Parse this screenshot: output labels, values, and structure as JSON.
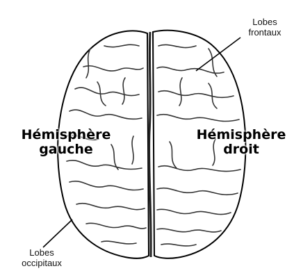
{
  "labels": {
    "left_hemisphere": {
      "line1": "Hémisphère",
      "line2": "gauche"
    },
    "right_hemisphere": {
      "line1": "Hémisphère",
      "line2": "droit"
    },
    "frontal_lobes": {
      "line1": "Lobes",
      "line2": "frontaux"
    },
    "occipital_lobes": {
      "line1": "Lobes",
      "line2": "occipitaux"
    }
  },
  "colors": {
    "ink": "#000000",
    "brain_fill": "#ffffff",
    "fissure": "#222222"
  }
}
